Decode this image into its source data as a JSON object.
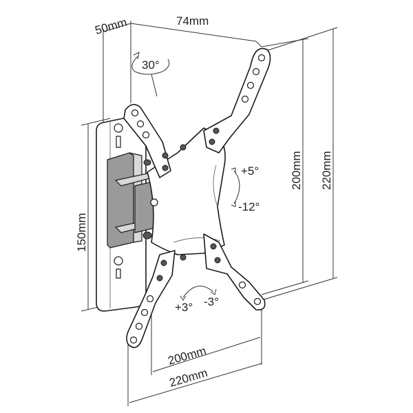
{
  "dimensions": {
    "depth": "50mm",
    "top_width": "74mm",
    "vesa_height_inner": "200mm",
    "vesa_height_outer": "220mm",
    "plate_height": "150mm",
    "vesa_width_inner": "200mm",
    "vesa_width_outer": "220mm"
  },
  "angles": {
    "swivel": "30°",
    "tilt_up": "+5°",
    "tilt_down": "-12°",
    "roll_plus": "+3°",
    "roll_minus": "-3°"
  }
}
